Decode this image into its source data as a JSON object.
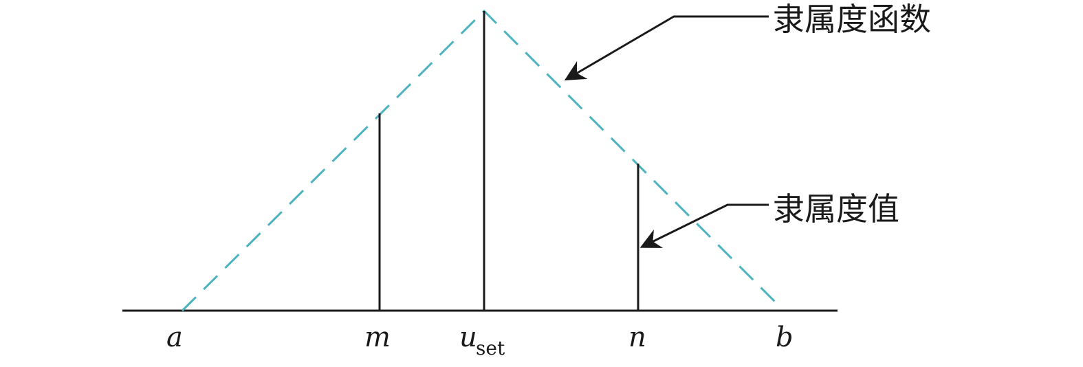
{
  "diagram": {
    "axis_labels": {
      "a": "a",
      "m": "m",
      "u": "u",
      "u_subscript": "set",
      "n": "n",
      "b": "b"
    },
    "callouts": {
      "membership_function": "隶属度函数",
      "membership_value": "隶属度值"
    },
    "colors": {
      "membership_curve": "#4bb3c0",
      "lines": "#1a1a1a"
    }
  }
}
